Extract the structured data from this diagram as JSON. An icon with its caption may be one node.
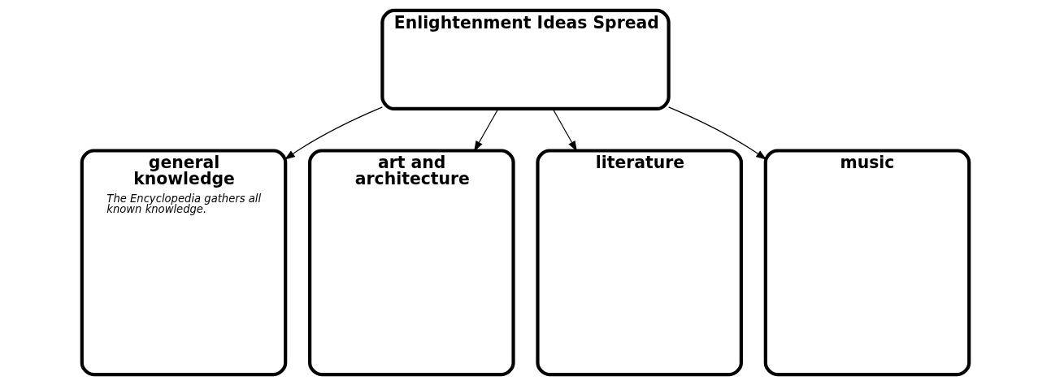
{
  "diagram": {
    "nodes": [
      {
        "text": [
          "Enlightenment Ideas Spread"
        ]
      },
      {
        "text": [
          "general knowledge",
          "The Encyclopedia gathers all known knowledge."
        ]
      },
      {
        "text": [
          "art and architecture"
        ]
      },
      {
        "text": [
          "literature"
        ]
      },
      {
        "text": [
          "music"
        ]
      }
    ],
    "edges": [
      {
        "from": 0,
        "to": 1,
        "arrow": "to"
      },
      {
        "from": 0,
        "to": 2,
        "arrow": "to"
      },
      {
        "from": 0,
        "to": 3,
        "arrow": "to"
      },
      {
        "from": 0,
        "to": 4,
        "arrow": "to"
      }
    ]
  }
}
